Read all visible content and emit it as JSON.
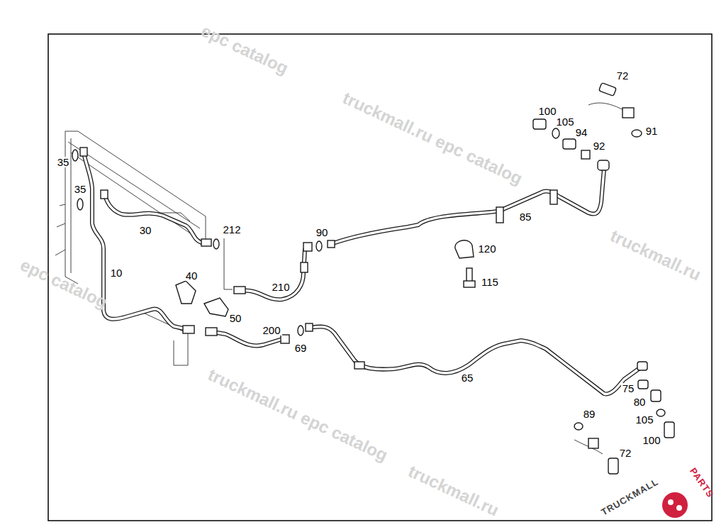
{
  "diagram": {
    "labels": [
      "72",
      "100",
      "105",
      "94",
      "91",
      "92",
      "35",
      "35",
      "30",
      "212",
      "90",
      "85",
      "120",
      "10",
      "40",
      "115",
      "210",
      "50",
      "200",
      "69",
      "65",
      "75",
      "80",
      "89",
      "105",
      "100",
      "72",
      "epc catalog",
      "truckmall.ru epc catalog",
      "truckmall.ru",
      "epc catalog",
      "truckmall.ru epc catalog",
      "truckmall.ru",
      "TRUCKMALL",
      "PARTS"
    ]
  }
}
